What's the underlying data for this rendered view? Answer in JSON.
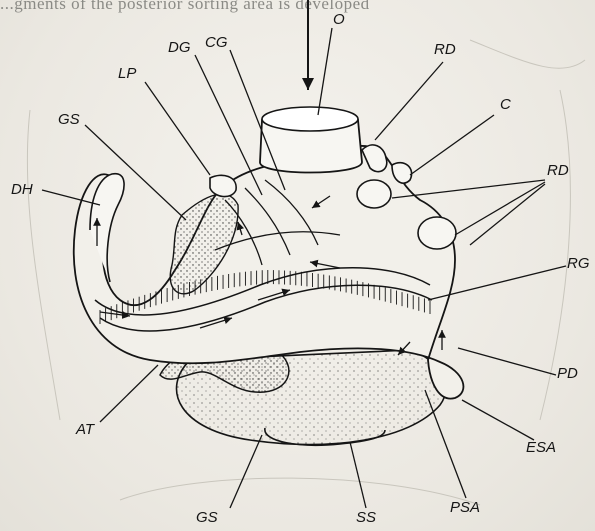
{
  "caption_fragment": "...gments of the posterior sorting area is developed",
  "labels": {
    "O": "O",
    "DG": "DG",
    "CG": "CG",
    "RD_top": "RD",
    "LP": "LP",
    "C": "C",
    "GS_upper": "GS",
    "RD_right": "RD",
    "DH": "DH",
    "RG": "RG",
    "PD": "PD",
    "AT": "AT",
    "ESA": "ESA",
    "GS_lower": "GS",
    "SS": "SS",
    "PSA": "PSA"
  },
  "colors": {
    "ink": "#151515",
    "paper": "#efede7"
  }
}
